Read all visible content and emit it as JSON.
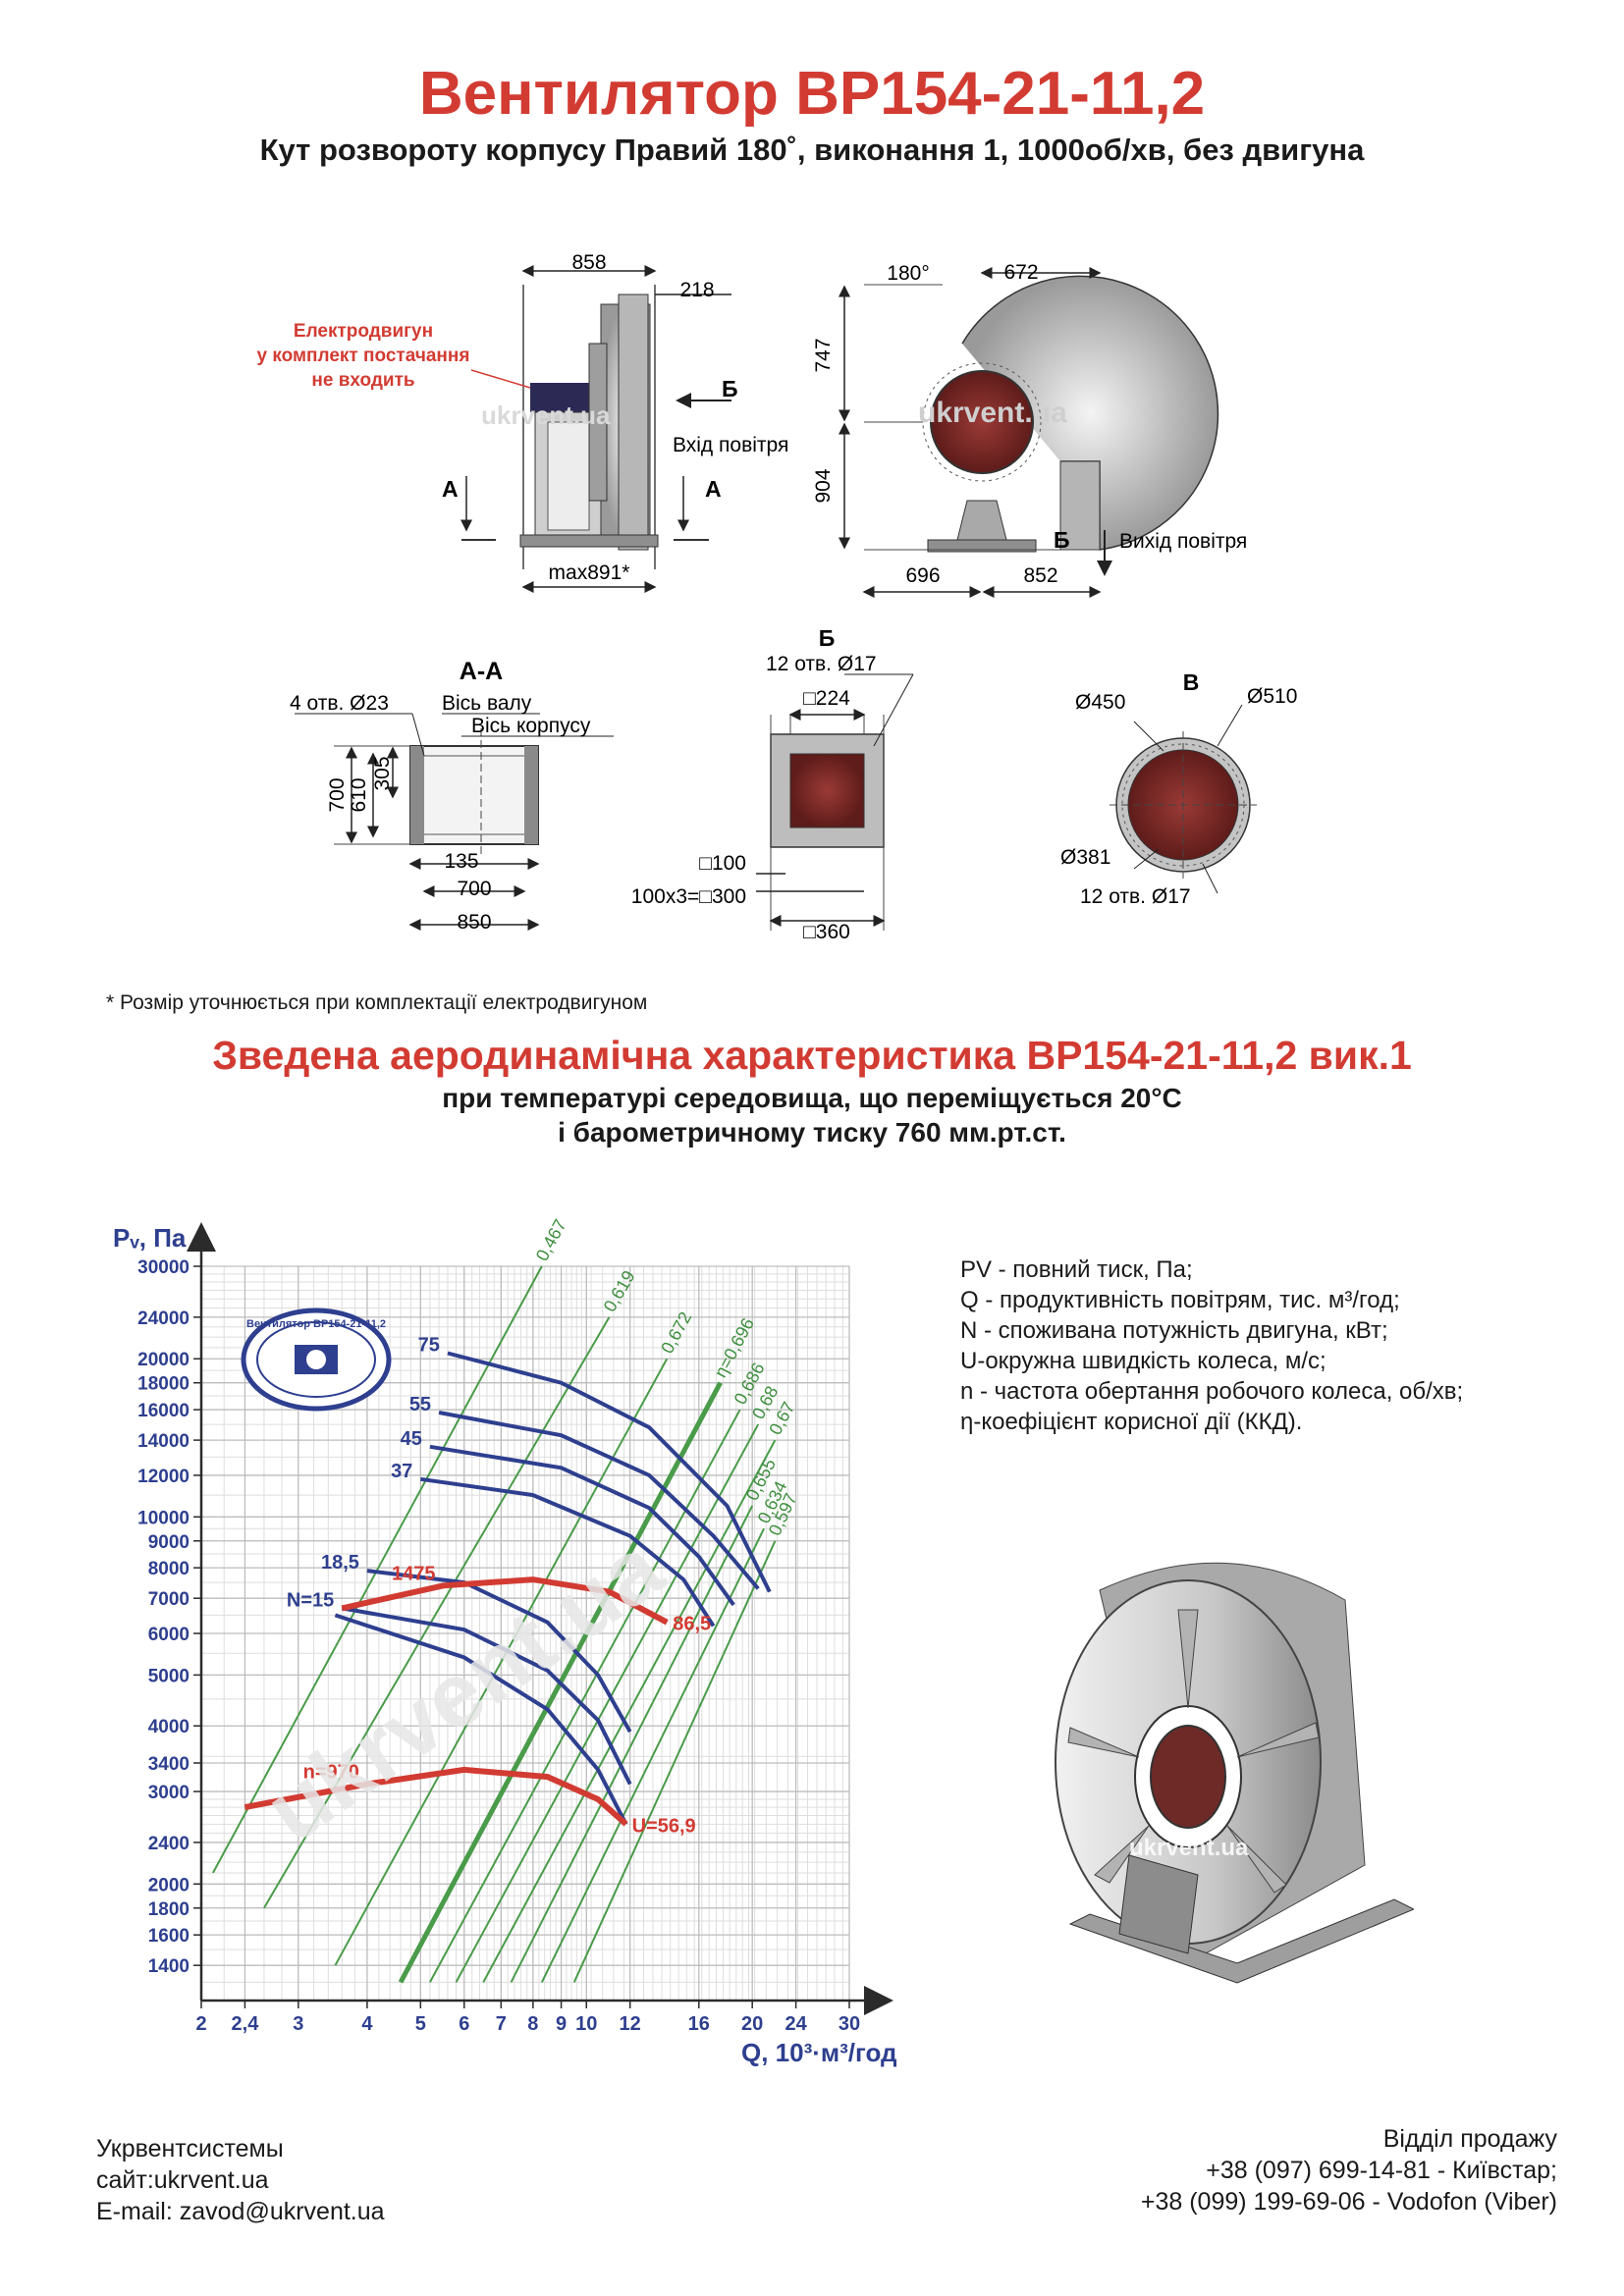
{
  "title": "Вентилятор ВР154-21-11,2",
  "subtitle": "Кут розвороту корпусу Правий 180˚, виконання 1, 1000об/хв, без двигуна",
  "drawings": {
    "side": {
      "motor_note": [
        "Електродвигун",
        "у комплект постачання",
        "не входить"
      ],
      "dim_top": "858",
      "dim_top_right": "218",
      "dim_bottom": "max891*",
      "arrow_b": "Б",
      "inlet": "Вхід повітря",
      "cut_left": "А",
      "cut_right": "А"
    },
    "front": {
      "angle": "180°",
      "dim_top": "672",
      "dim_upper": "747",
      "dim_lower": "904",
      "dim_bottom_left": "696",
      "dim_bottom_right": "852",
      "arrow_b": "Б",
      "outlet": "Вихід повітря"
    },
    "aa": {
      "title": "А-А",
      "holes": "4 отв. Ø23",
      "shaft_axis": "Вісь валу",
      "casing_axis": "Вісь корпусу",
      "d700v": "700",
      "d610": "610",
      "d305": "305",
      "d135": "135",
      "d700h": "700",
      "d850": "850"
    },
    "b": {
      "title": "Б",
      "holes": "12 отв. Ø17",
      "sq224": "□224",
      "sq100": "□100",
      "sq300": "100x3=□300",
      "sq360": "□360"
    },
    "v": {
      "title": "В",
      "d450": "Ø450",
      "d510": "Ø510",
      "d381": "Ø381",
      "holes": "12 отв. Ø17"
    },
    "watermark": "ukrvent.ua"
  },
  "footnote": "* Розмір уточнюється при комплектації електродвигуном",
  "section_title": "Зведена аеродинамічна характеристика ВР154-21-11,2 вик.1",
  "conditions": [
    "при температурі середовища, що переміщується 20°С",
    "і барометричному тиску 760 мм.рт.ст."
  ],
  "legend": [
    "PV - повний тиск, Па;",
    "Q - продуктивність повітрям, тис. м³/год;",
    "N - споживана потужність двигуна, кВт;",
    "U-окружна швидкість колеса, м/с;",
    "n - частота обертання робочого колеса, об/хв;",
    "η-коефіцієнт корисної дії (ККД)."
  ],
  "stamp_text": "Вентилятор ВР154-21-11,2",
  "chart_data": {
    "type": "line",
    "ylabel": "Pᵥ, Па",
    "xlabel": "Q, 10³·м³/год",
    "xscale": "log",
    "yscale": "log",
    "xlim": [
      2,
      30
    ],
    "ylim": [
      1200,
      30000
    ],
    "x_ticks": [
      2,
      2.4,
      3,
      4,
      5,
      6,
      7,
      8,
      9,
      10,
      12,
      16,
      20,
      24,
      30
    ],
    "x_tick_labels": [
      "2",
      "2,4",
      "3",
      "4",
      "5",
      "6",
      "7",
      "8",
      "9",
      "10",
      "12",
      "16",
      "20",
      "24",
      "30"
    ],
    "y_ticks": [
      1400,
      1600,
      1800,
      2000,
      2400,
      3000,
      3400,
      4000,
      5000,
      6000,
      7000,
      8000,
      9000,
      10000,
      12000,
      14000,
      16000,
      18000,
      20000,
      24000,
      30000
    ],
    "grid": true,
    "power_series": [
      {
        "label": "75",
        "points": [
          [
            5.6,
            20500
          ],
          [
            9,
            18000
          ],
          [
            13,
            14800
          ],
          [
            18,
            10500
          ],
          [
            21.5,
            7200
          ]
        ]
      },
      {
        "label": "55",
        "points": [
          [
            5.4,
            15800
          ],
          [
            9,
            14300
          ],
          [
            13,
            12000
          ],
          [
            17,
            9200
          ],
          [
            20.5,
            7300
          ]
        ]
      },
      {
        "label": "45",
        "points": [
          [
            5.2,
            13600
          ],
          [
            9,
            12400
          ],
          [
            13,
            10400
          ],
          [
            16,
            8400
          ],
          [
            18.5,
            6800
          ]
        ]
      },
      {
        "label": "37",
        "points": [
          [
            5.0,
            11800
          ],
          [
            8,
            11000
          ],
          [
            12,
            9200
          ],
          [
            15,
            7600
          ],
          [
            17,
            6200
          ]
        ]
      },
      {
        "label": "18,5",
        "points": [
          [
            4.0,
            7900
          ],
          [
            6,
            7500
          ],
          [
            8.5,
            6300
          ],
          [
            10.5,
            5000
          ],
          [
            12,
            3900
          ]
        ]
      },
      {
        "label": "N=15",
        "points": [
          [
            3.6,
            6700
          ],
          [
            6,
            6100
          ],
          [
            8.5,
            5100
          ],
          [
            10.5,
            4100
          ],
          [
            12,
            3100
          ]
        ]
      },
      {
        "label": "",
        "points": [
          [
            3.5,
            6500
          ],
          [
            6,
            5400
          ],
          [
            8.5,
            4300
          ],
          [
            10.5,
            3300
          ],
          [
            11.8,
            2600
          ]
        ]
      }
    ],
    "speed_series": [
      {
        "label": "1475",
        "end_label": "86,5",
        "points": [
          [
            3.6,
            6700
          ],
          [
            5.5,
            7400
          ],
          [
            8,
            7600
          ],
          [
            11,
            7200
          ],
          [
            14,
            6300
          ]
        ]
      },
      {
        "label": "n=970",
        "end_label": "U=56,9",
        "points": [
          [
            2.4,
            2800
          ],
          [
            4,
            3100
          ],
          [
            6,
            3300
          ],
          [
            8.5,
            3200
          ],
          [
            10.5,
            2900
          ],
          [
            11.8,
            2600
          ]
        ]
      }
    ],
    "efficiency_lines": [
      {
        "label": "0,467",
        "from": [
          2.1,
          2100
        ],
        "to": [
          8.3,
          30000
        ]
      },
      {
        "label": "0,619",
        "from": [
          2.6,
          1800
        ],
        "to": [
          11,
          24000
        ]
      },
      {
        "label": "0,672",
        "from": [
          3.5,
          1400
        ],
        "to": [
          14,
          20000
        ]
      },
      {
        "label": "η=0,696",
        "from": [
          4.6,
          1300
        ],
        "to": [
          17.5,
          18000
        ]
      },
      {
        "label": "0,686",
        "from": [
          5.2,
          1300
        ],
        "to": [
          19,
          16000
        ]
      },
      {
        "label": "0,68",
        "from": [
          5.8,
          1300
        ],
        "to": [
          20.5,
          15000
        ]
      },
      {
        "label": "0,67",
        "from": [
          6.5,
          1300
        ],
        "to": [
          22,
          14000
        ]
      },
      {
        "label": "0,655",
        "from": [
          7.3,
          1300
        ],
        "to": [
          20,
          10500
        ]
      },
      {
        "label": "0,634",
        "from": [
          8.3,
          1300
        ],
        "to": [
          21,
          9500
        ]
      },
      {
        "label": "0,597",
        "from": [
          9.5,
          1300
        ],
        "to": [
          22,
          9000
        ]
      }
    ]
  },
  "footer": {
    "company": "Укрвентсистемы",
    "site": "сайт:ukrvent.ua",
    "email": "E-mail: zavod@ukrvent.ua",
    "sales": "Відділ продажу",
    "phone1": "+38 (097) 699-14-81 - Київстар;",
    "phone2": "+38 (099) 199-69-06 - Vodofon (Viber)"
  }
}
